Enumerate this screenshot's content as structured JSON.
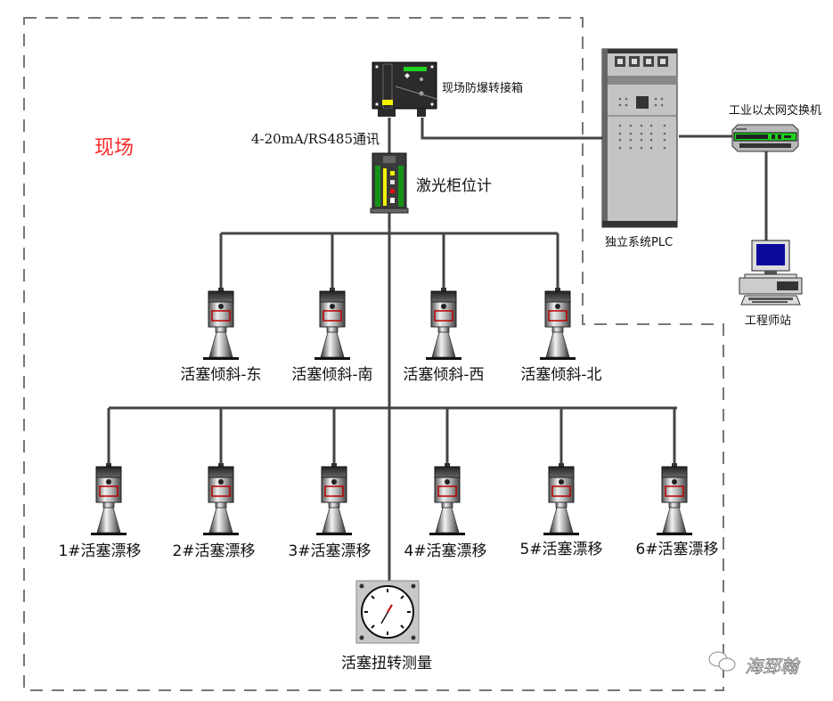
{
  "diagram": {
    "title": "活塞监测系统网络拓扑图",
    "zone_label": "现场",
    "communication_label": "4-20mA/RS485通讯",
    "colors": {
      "zone_label": "#ff2a2a",
      "wire": "#444444",
      "dashed_border": "#777777",
      "indicator_green": "#1fd31f",
      "indicator_yellow": "#f4f400",
      "indicator_red": "#e01010",
      "monitor_screen": "#0a0a9a"
    },
    "devices": {
      "junction_box": {
        "label": "现场防爆转接箱",
        "icon": "explosion-proof-junction-box-icon"
      },
      "laser_meter": {
        "label": "激光柜位计",
        "icon": "laser-level-meter-icon"
      },
      "plc": {
        "label": "独立系统PLC",
        "icon": "plc-cabinet-icon"
      },
      "switch": {
        "label": "工业以太网交换机",
        "icon": "ethernet-switch-icon"
      },
      "workstation": {
        "label": "工程师站",
        "icon": "engineer-workstation-icon"
      },
      "torsion_gauge": {
        "label": "活塞扭转测量",
        "icon": "dial-gauge-icon"
      }
    },
    "tilt_sensors": [
      {
        "label": "活塞倾斜-东"
      },
      {
        "label": "活塞倾斜-南"
      },
      {
        "label": "活塞倾斜-西"
      },
      {
        "label": "活塞倾斜-北"
      }
    ],
    "drift_sensors": [
      {
        "label": "1#活塞漂移"
      },
      {
        "label": "2#活塞漂移"
      },
      {
        "label": "3#活塞漂移"
      },
      {
        "label": "4#活塞漂移"
      },
      {
        "label": "5#活塞漂移"
      },
      {
        "label": "6#活塞漂移"
      }
    ],
    "watermark": {
      "icon": "wechat-icon",
      "text": "海郅翰"
    }
  }
}
